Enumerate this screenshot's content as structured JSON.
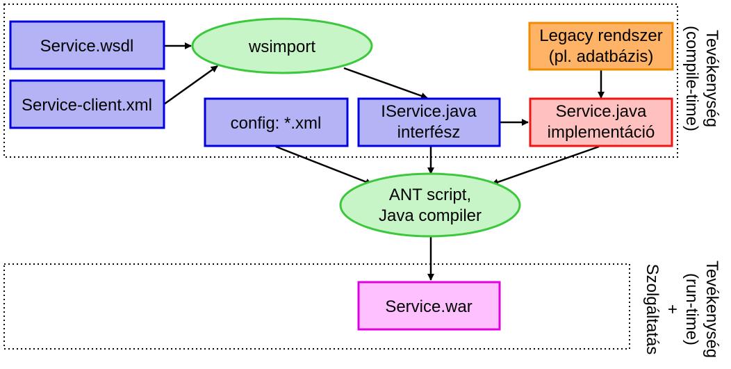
{
  "colors": {
    "blue_fill": "#b3b3f5",
    "blue_stroke": "#0000e0",
    "green_fill": "#c8f5c8",
    "green_stroke": "#3cc83c",
    "orange_fill": "#ffb366",
    "orange_stroke": "#f08c00",
    "red_fill": "#ffc0c0",
    "red_stroke": "#f01414",
    "magenta_fill": "#ffc0ff",
    "magenta_stroke": "#e000e0",
    "arrow": "#000000"
  },
  "nodes": {
    "service_wsdl": "Service.wsdl",
    "service_client_xml": "Service-client.xml",
    "wsimport": "wsimport",
    "config_xml": "config: *.xml",
    "iservice_line1": "IService.java",
    "iservice_line2": "interfész",
    "legacy_line1": "Legacy rendszer",
    "legacy_line2": "(pl. adatbázis)",
    "service_java_line1": "Service.java",
    "service_java_line2": "implementáció",
    "ant_line1": "ANT script,",
    "ant_line2": "Java compiler",
    "service_war": "Service.war"
  },
  "regions": {
    "compile_time_line1": "Tevékenység",
    "compile_time_line2": "(compile-time)",
    "run_time_line1": "Tevékenység",
    "run_time_line2": "(run-time)",
    "run_time_line3": "+",
    "run_time_line4": "Szolgáltatás"
  }
}
